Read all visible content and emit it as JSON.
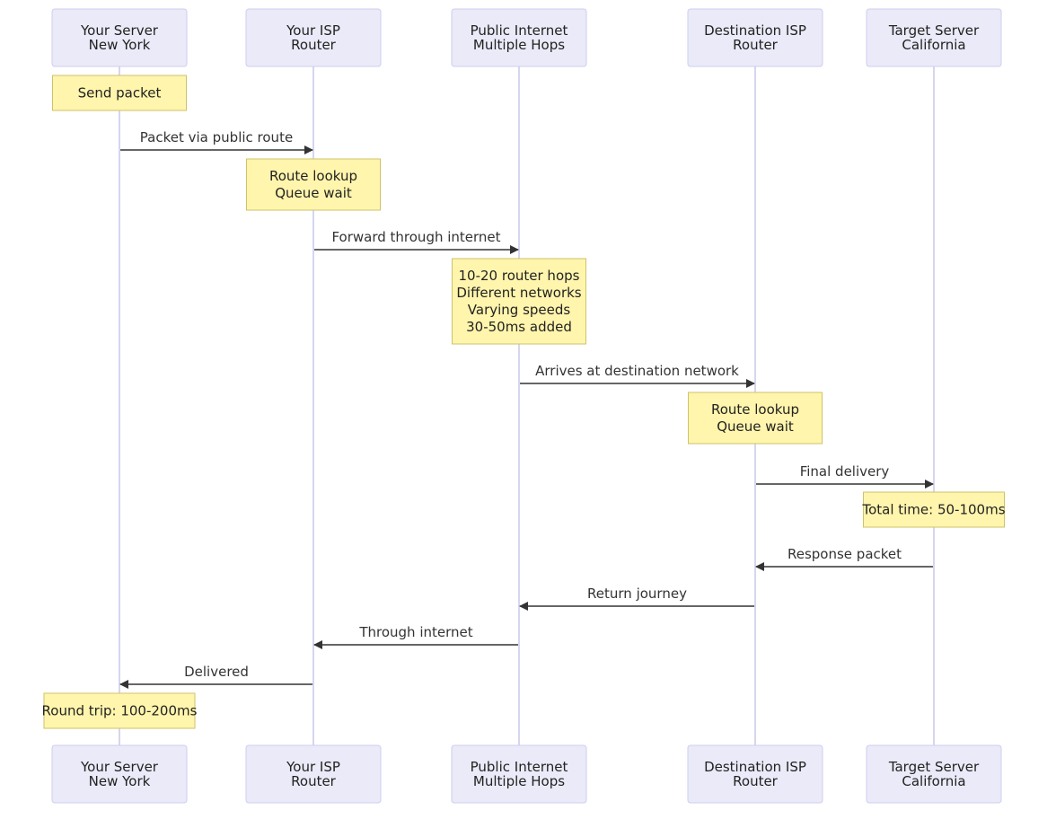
{
  "participants": [
    {
      "id": "server",
      "lines": [
        "Your Server",
        "New York"
      ]
    },
    {
      "id": "isp",
      "lines": [
        "Your ISP",
        "Router"
      ]
    },
    {
      "id": "internet",
      "lines": [
        "Public Internet",
        "Multiple Hops"
      ]
    },
    {
      "id": "dest_isp",
      "lines": [
        "Destination ISP",
        "Router"
      ]
    },
    {
      "id": "target",
      "lines": [
        "Target Server",
        "California"
      ]
    }
  ],
  "notes": [
    {
      "participant": "server",
      "lines": [
        "Send packet"
      ]
    },
    {
      "participant": "isp",
      "lines": [
        "Route lookup",
        "Queue wait"
      ]
    },
    {
      "participant": "internet",
      "lines": [
        "10-20 router hops",
        "Different networks",
        "Varying speeds",
        "30-50ms added"
      ]
    },
    {
      "participant": "dest_isp",
      "lines": [
        "Route lookup",
        "Queue wait"
      ]
    },
    {
      "participant": "target",
      "lines": [
        "Total time: 50-100ms"
      ]
    },
    {
      "participant": "server",
      "lines": [
        "Round trip: 100-200ms"
      ]
    }
  ],
  "messages": [
    {
      "from": "server",
      "to": "isp",
      "label": "Packet via public route"
    },
    {
      "from": "isp",
      "to": "internet",
      "label": "Forward through internet"
    },
    {
      "from": "internet",
      "to": "dest_isp",
      "label": "Arrives at destination network"
    },
    {
      "from": "dest_isp",
      "to": "target",
      "label": "Final delivery"
    },
    {
      "from": "target",
      "to": "dest_isp",
      "label": "Response packet"
    },
    {
      "from": "dest_isp",
      "to": "internet",
      "label": "Return journey"
    },
    {
      "from": "internet",
      "to": "isp",
      "label": "Through internet"
    },
    {
      "from": "isp",
      "to": "server",
      "label": "Delivered"
    }
  ],
  "colors": {
    "actor_fill": "#eaeaf8",
    "actor_border": "#cdcdf0",
    "lifeline": "#d6d6ef",
    "note_fill": "#fff5ad",
    "note_border": "#cfc268",
    "arrow": "#333333"
  }
}
